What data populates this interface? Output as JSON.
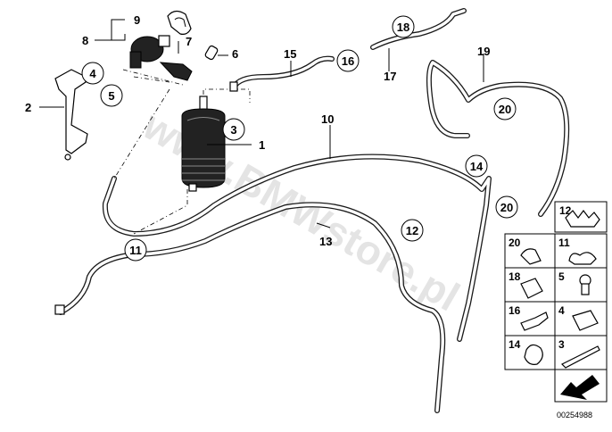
{
  "callouts": {
    "c1": "1",
    "c2": "2",
    "c3": "3",
    "c4": "4",
    "c5": "5",
    "c6": "6",
    "c7": "7",
    "c8": "8",
    "c9": "9",
    "c10": "10",
    "c11": "11",
    "c12": "12",
    "c13": "13",
    "c14": "14",
    "c15": "15",
    "c16": "16",
    "c17": "17",
    "c18": "18",
    "c19": "19",
    "c20a": "20",
    "c20b": "20"
  },
  "legend": {
    "r1l": "12",
    "r2l": "20",
    "r2r": "11",
    "r3l": "18",
    "r3r": "5",
    "r4l": "16",
    "r4r": "4",
    "r5l": "14",
    "r5r": "3"
  },
  "watermark": "www.BMWstore.pl",
  "doc_number": "00254988",
  "colors": {
    "line": "#1a1a1a",
    "background": "#ffffff"
  }
}
